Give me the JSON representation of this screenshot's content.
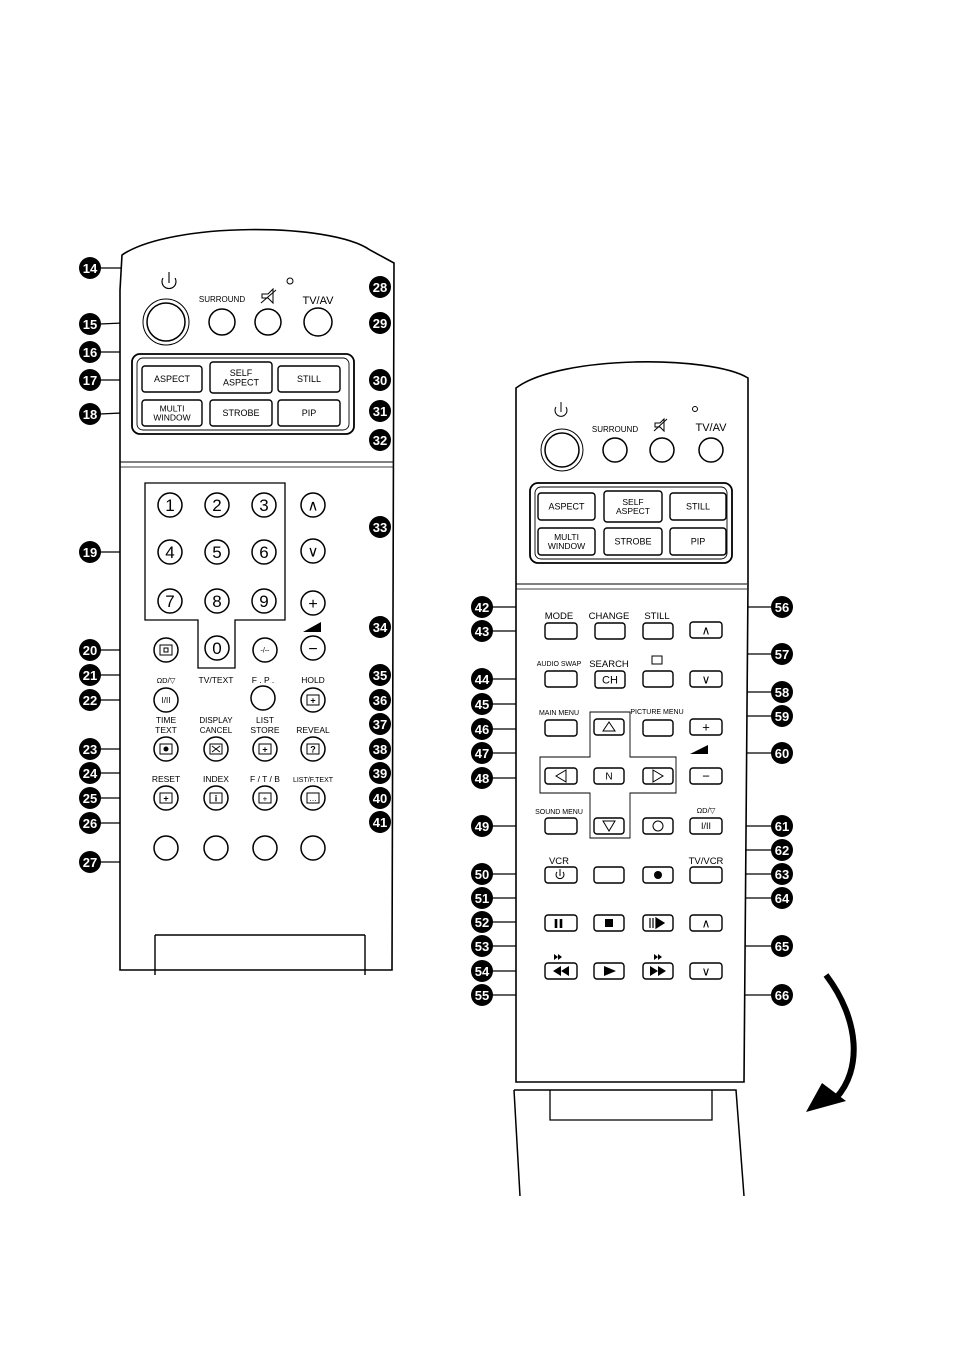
{
  "callouts_left": [
    "14",
    "15",
    "16",
    "17",
    "18",
    "19",
    "20",
    "21",
    "22",
    "23",
    "24",
    "25",
    "26",
    "27",
    "28",
    "29",
    "30",
    "31",
    "32",
    "33",
    "34",
    "35",
    "36",
    "37",
    "38",
    "39",
    "40",
    "41"
  ],
  "callouts_right": [
    "42",
    "43",
    "44",
    "45",
    "46",
    "47",
    "48",
    "49",
    "50",
    "51",
    "52",
    "53",
    "54",
    "55",
    "56",
    "57",
    "58",
    "59",
    "60",
    "61",
    "62",
    "63",
    "64",
    "65",
    "66"
  ],
  "remote_a": {
    "surround": "SURROUND",
    "tvav": "TV/AV",
    "aspect": "ASPECT",
    "self_aspect": [
      "SELF",
      "ASPECT"
    ],
    "still": "STILL",
    "multi_window": [
      "MULTI",
      "WINDOW"
    ],
    "strobe": "STROBE",
    "pip": "PIP",
    "digits": [
      "1",
      "2",
      "3",
      "4",
      "5",
      "6",
      "7",
      "8",
      "9",
      "0"
    ],
    "ch_up": "∧",
    "ch_down": "∨",
    "vol_plus": "+",
    "vol_minus": "−",
    "dash_dash": "-/--",
    "tv_text": "TV/TEXT",
    "fp": "F . P .",
    "hold": "HOLD",
    "i_ii": "I/II",
    "time_text": [
      "TIME",
      "TEXT"
    ],
    "display_cancel": [
      "DISPLAY",
      "CANCEL"
    ],
    "list_store": [
      "LIST",
      "STORE"
    ],
    "reveal": "REVEAL",
    "reset": "RESET",
    "index": "INDEX",
    "ftb": "F / T / B",
    "list_ftext": "LIST/F.TEXT"
  },
  "remote_b": {
    "surround": "SURROUND",
    "tvav": "TV/AV",
    "aspect": "ASPECT",
    "self_aspect": [
      "SELF",
      "ASPECT"
    ],
    "still": "STILL",
    "multi_window": [
      "MULTI",
      "WINDOW"
    ],
    "strobe": "STROBE",
    "pip": "PIP",
    "mode": "MODE",
    "change": "CHANGE",
    "still2": "STILL",
    "audio_swap": "AUDIO SWAP",
    "search": "SEARCH",
    "ch": "CH",
    "main_menu": "MAIN MENU",
    "picture_menu": "PICTURE MENU",
    "n": "N",
    "sound_menu": "SOUND MENU",
    "i_ii": "I/II",
    "vcr": "VCR",
    "tv_vcr": "TV/VCR"
  }
}
